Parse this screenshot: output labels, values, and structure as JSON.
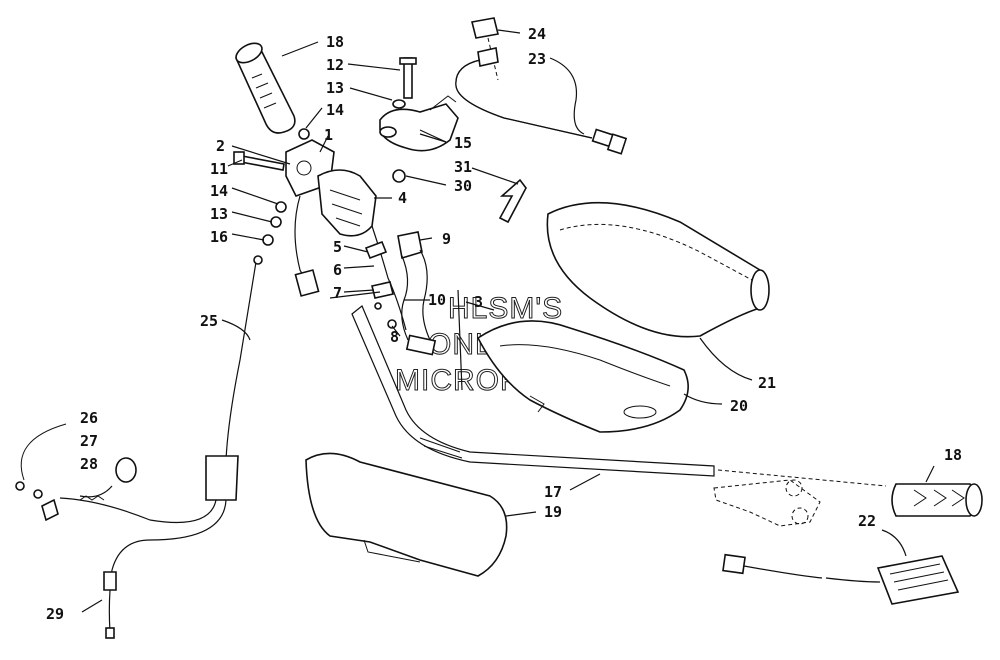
{
  "watermark": {
    "line1": "HLSM'S",
    "line2": "ONLINE",
    "line3": "MICROFICHE"
  },
  "callouts": {
    "c1": "1",
    "c2": "2",
    "c3": "3",
    "c4": "4",
    "c5": "5",
    "c6": "6",
    "c7": "7",
    "c8": "8",
    "c9": "9",
    "c10": "10",
    "c11": "11",
    "c12": "12",
    "c13a": "13",
    "c13b": "13",
    "c14a": "14",
    "c14b": "14",
    "c15": "15",
    "c16": "16",
    "c17": "17",
    "c18a": "18",
    "c18b": "18",
    "c19": "19",
    "c20": "20",
    "c21": "21",
    "c22": "22",
    "c23": "23",
    "c24": "24",
    "c25": "25",
    "c26": "26",
    "c27": "27",
    "c28": "28",
    "c29": "29",
    "c30": "30",
    "c31": "31"
  }
}
